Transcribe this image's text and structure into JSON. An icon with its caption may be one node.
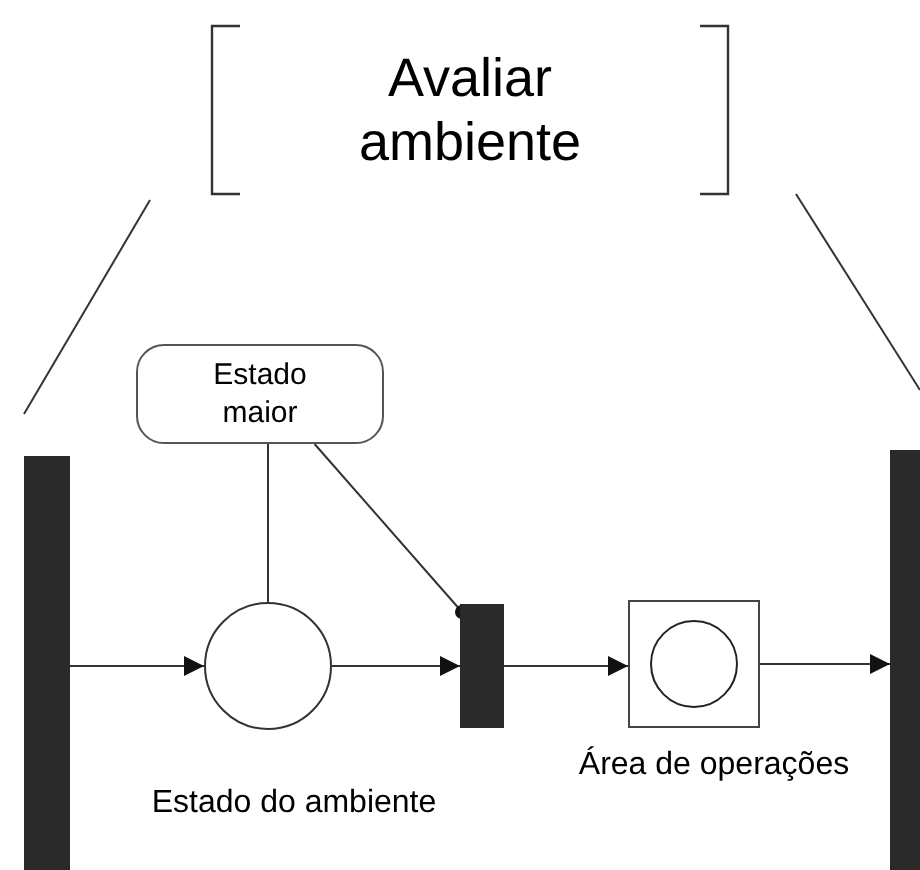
{
  "diagram": {
    "nodes": [
      {
        "text": [
          "Avaliar ambiente"
        ]
      },
      {
        "text": [
          "Estado maior"
        ]
      },
      {
        "text": [],
        "shape": "bar"
      },
      {
        "text": [],
        "shape": "circle",
        "beside": [
          "Estado do ambiente"
        ]
      },
      {
        "text": [],
        "shape": "bar"
      },
      {
        "text": [],
        "shape": "box",
        "beside": [
          "Área de operações"
        ]
      },
      {
        "text": [],
        "shape": "bar"
      }
    ],
    "edges": [
      {
        "from": 2,
        "to": 3,
        "arrow": "to"
      },
      {
        "from": 3,
        "to": 4,
        "arrow": "to"
      },
      {
        "from": 1,
        "to": 3,
        "arrow": "none"
      },
      {
        "from": 1,
        "to": 4,
        "arrow": "other"
      },
      {
        "from": 4,
        "to": 5,
        "arrow": "to"
      },
      {
        "from": 5,
        "to": 6,
        "arrow": "to"
      }
    ]
  }
}
